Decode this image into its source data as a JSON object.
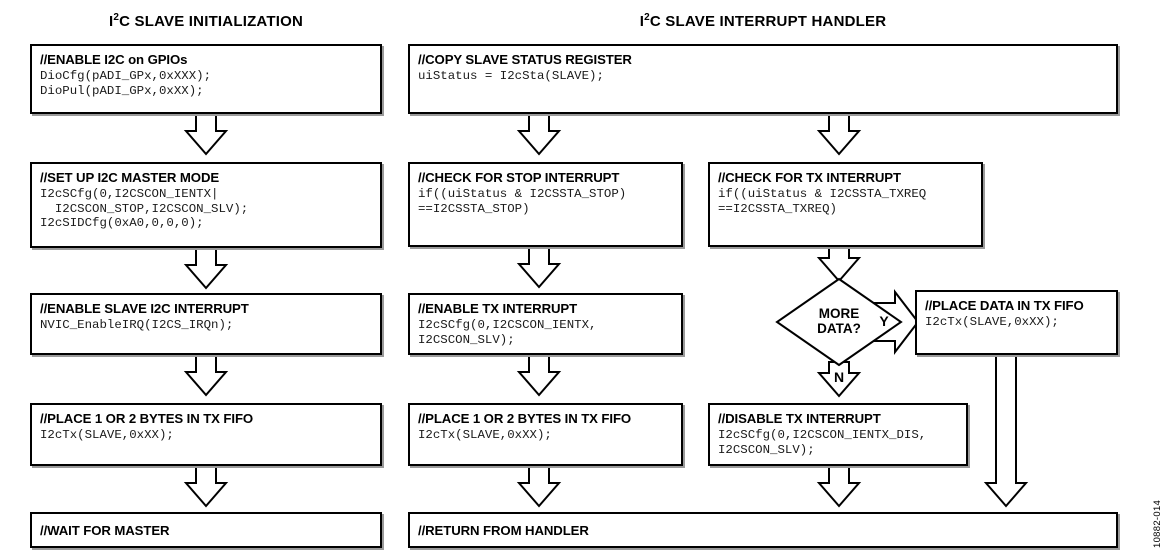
{
  "figure": {
    "id_label": "10882-014",
    "type": "flowchart",
    "columns": [
      {
        "key": "init",
        "title_pre": "I",
        "title_sup": "2",
        "title_post": "C SLAVE INITIALIZATION"
      },
      {
        "key": "handler",
        "title_pre": "I",
        "title_sup": "2",
        "title_post": "C SLAVE INTERRUPT HANDLER"
      }
    ]
  },
  "nodes": {
    "enable_i2c_gpio": {
      "header": "//ENABLE I2C on GPIOs",
      "code": "DioCfg(pADI_GPx,0xXXX);\nDioPul(pADI_GPx,0xXX);"
    },
    "setup_master_mode": {
      "header": "//SET UP I2C MASTER MODE",
      "code": "I2cSCfg(0,I2CSCON_IENTX|\n  I2CSCON_STOP,I2CSCON_SLV);\nI2cSIDCfg(0xA0,0,0,0);"
    },
    "enable_slave_irq": {
      "header": "//ENABLE SLAVE I2C INTERRUPT",
      "code": "NVIC_EnableIRQ(I2CS_IRQn);"
    },
    "place_bytes_left": {
      "header": "//PLACE 1 OR 2 BYTES IN TX FIFO",
      "code": "I2cTx(SLAVE,0xXX);"
    },
    "wait_for_master": {
      "header": "//WAIT FOR MASTER",
      "code": ""
    },
    "copy_status_register": {
      "header": "//COPY SLAVE STATUS REGISTER",
      "code": "uiStatus = I2cSta(SLAVE);"
    },
    "check_stop_interrupt": {
      "header": "//CHECK FOR STOP INTERRUPT",
      "code": "if((uiStatus & I2CSSTA_STOP)\n==I2CSSTA_STOP)"
    },
    "check_tx_interrupt": {
      "header": "//CHECK FOR TX INTERRUPT",
      "code": "if((uiStatus & I2CSSTA_TXREQ\n==I2CSSTA_TXREQ)"
    },
    "enable_tx_interrupt": {
      "header": "//ENABLE TX INTERRUPT",
      "code": "I2cSCfg(0,I2CSCON_IENTX,\nI2CSCON_SLV);"
    },
    "place_bytes_mid": {
      "header": "//PLACE 1 OR 2 BYTES IN TX FIFO",
      "code": "I2cTx(SLAVE,0xXX);"
    },
    "place_data_tx_fifo": {
      "header": "//PLACE DATA IN TX FIFO",
      "code": "I2cTx(SLAVE,0xXX);"
    },
    "disable_tx_interrupt": {
      "header": "//DISABLE TX INTERRUPT",
      "code": "I2cSCfg(0,I2CSCON_IENTX_DIS,\nI2CSCON_SLV);"
    },
    "return_from_handler": {
      "header": "//RETURN FROM HANDLER",
      "code": ""
    }
  },
  "decision": {
    "line1": "MORE",
    "line2": "DATA?",
    "yes_label": "Y",
    "no_label": "N"
  },
  "colors": {
    "stroke": "#000000",
    "fill": "#ffffff",
    "shadow": "#9a9a9a",
    "code_text": "#1a1a1a"
  }
}
